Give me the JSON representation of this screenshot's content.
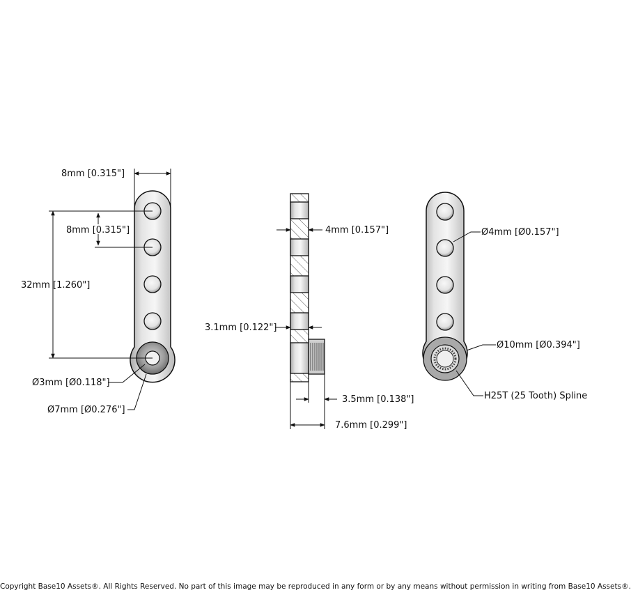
{
  "colors": {
    "line": "#111111",
    "metal_light": "#f2f2f2",
    "metal_mid": "#c9c9c9",
    "metal_dark": "#8a8a8a",
    "hatch": "#555555"
  },
  "dimensions": {
    "width_8mm": "8mm [0.315\"]",
    "pitch_8mm": "8mm [0.315\"]",
    "length_32mm": "32mm [1.260\"]",
    "hole_3mm": "Ø3mm [Ø0.118\"]",
    "boss_7mm": "Ø7mm [Ø0.276\"]",
    "thickness_4mm": "4mm [0.157\"]",
    "thickness_3_1mm": "3.1mm [0.122\"]",
    "hub_3_5mm": "3.5mm [0.138\"]",
    "total_7_6mm": "7.6mm [0.299\"]",
    "hole_4mm": "Ø4mm [Ø0.157\"]",
    "boss_10mm": "Ø10mm [Ø0.394\"]",
    "spline": "H25T (25 Tooth) Spline"
  },
  "footer": {
    "copyright": "Copyright Base10 Assets®.  All Rights Reserved. No part of this image may be reproduced in any form or by any means without permission in writing from Base10 Assets®."
  }
}
